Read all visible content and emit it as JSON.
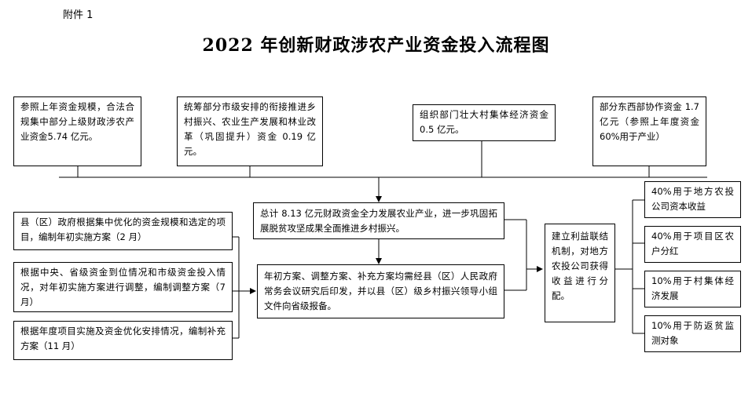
{
  "header": {
    "attachment": "附件 1",
    "title": "2022 年创新财政涉农产业资金投入流程图"
  },
  "sources": [
    {
      "text": "参照上年资金规模，合法合规集中部分上级财政涉农产业资金5.74 亿元。"
    },
    {
      "text": "统筹部分市级安排的衔接推进乡村振兴、农业生产发展和林业改革（巩固提升）资金 0.19 亿元。"
    },
    {
      "text": "组织部门壮大村集体经济资金 0.5 亿元。"
    },
    {
      "text": "部分东西部协作资金 1.7 亿元（参照上年度资金 60%用于产业）"
    }
  ],
  "total": {
    "text": "总计 8.13 亿元财政资金全力发展农业产业，进一步巩固拓展脱贫攻坚成果全面推进乡村振兴。"
  },
  "plans": [
    {
      "text": "县（区）政府根据集中优化的资金规模和选定的项目，编制年初实施方案（2 月）"
    },
    {
      "text": "根据中央、省级资金到位情况和市级资金投入情况，对年初实施方案进行调整，编制调整方案（7 月）"
    },
    {
      "text": "根据年度项目实施及资金优化安排情况，编制补充方案（11 月）"
    }
  ],
  "approval": {
    "text": "年初方案、调整方案、补充方案均需经县（区）人民政府常务会议研究后印发，并以县（区）级乡村振兴领导小组文件向省级报备。"
  },
  "mechanism": {
    "text": "建立利益联结机制，对地方农投公司获得收益进行分配。"
  },
  "distribution": [
    {
      "text": "40%用于地方农投公司资本收益"
    },
    {
      "text": "40%用于项目区农户分红"
    },
    {
      "text": "10%用于村集体经济发展"
    },
    {
      "text": "10%用于防返贫监测对象"
    }
  ]
}
